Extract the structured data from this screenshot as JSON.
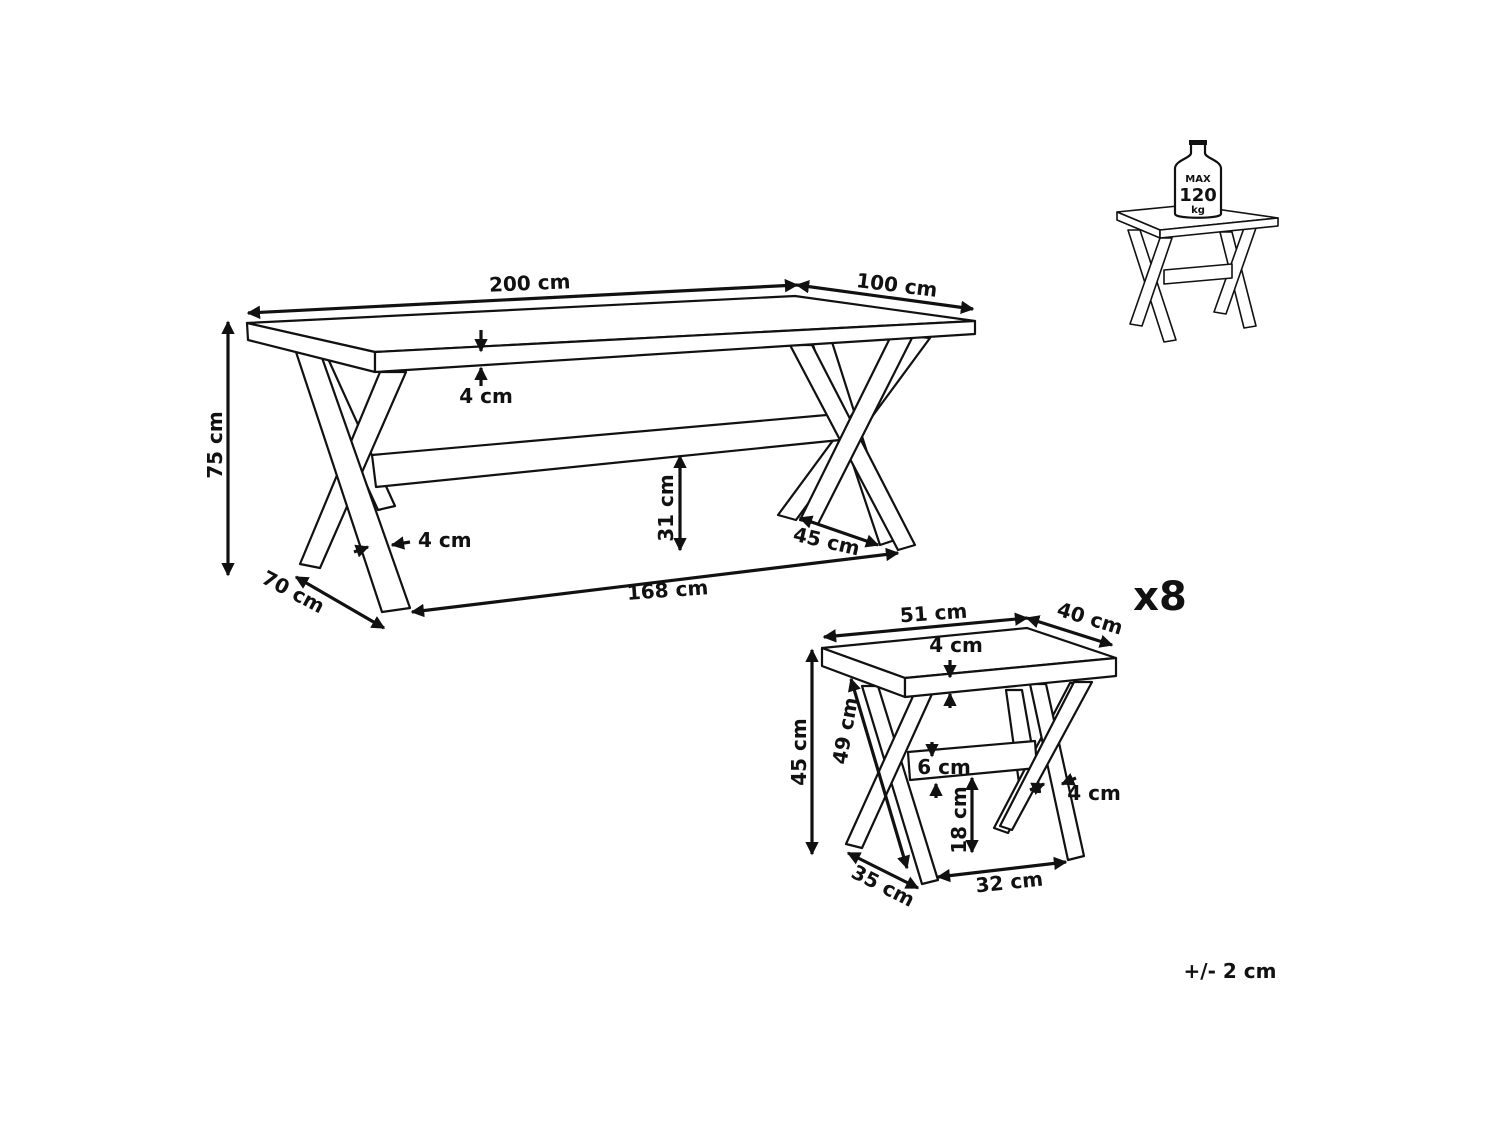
{
  "table": {
    "length": "200 cm",
    "width": "100 cm",
    "height": "75 cm",
    "top_thickness": "4 cm",
    "leg_thickness": "4 cm",
    "stretcher_height": "31 cm",
    "leg_foot_width": "45 cm",
    "leg_depth": "70 cm",
    "inner_length": "168 cm"
  },
  "bench": {
    "count": "x8",
    "length": "51 cm",
    "width": "40 cm",
    "height": "45 cm",
    "top_thickness": "4 cm",
    "leg_length": "49 cm",
    "stretcher_thickness": "6 cm",
    "stretcher_height": "18 cm",
    "leg_thickness": "4 cm",
    "leg_depth": "35 cm",
    "inner_length": "32 cm"
  },
  "load_icon": {
    "label_top": "MAX",
    "value": "120",
    "unit": "kg"
  },
  "tolerance": "+/- 2 cm"
}
